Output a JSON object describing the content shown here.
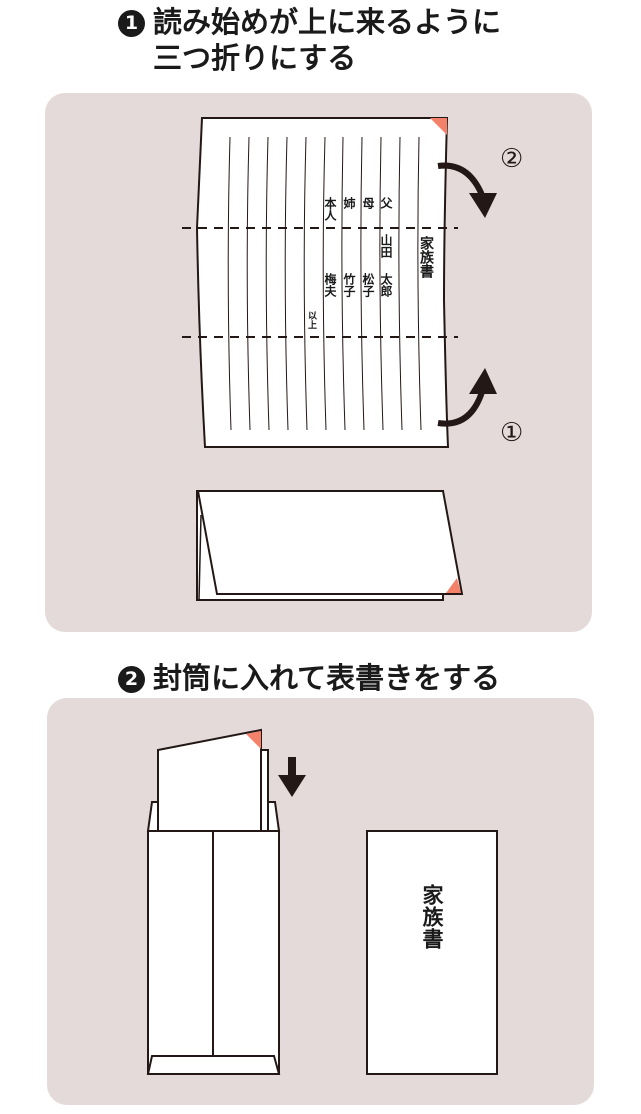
{
  "step1": {
    "number": "1",
    "title_line1": "読み始めが上に来るように",
    "title_line2": "三つ折りにする"
  },
  "step2": {
    "number": "2",
    "title": "封筒に入れて表書きをする"
  },
  "letter": {
    "heading": "家族書",
    "columns": [
      {
        "relation": "父",
        "name1": "山田",
        "name2": "太郎"
      },
      {
        "relation": "母",
        "name2": "松子"
      },
      {
        "relation": "姉",
        "name2": "竹子"
      },
      {
        "relation": "本人",
        "name2": "梅夫"
      }
    ],
    "closing": "以上"
  },
  "fold_labels": {
    "first": "①",
    "second": "②"
  },
  "envelope_front_text": "家族書",
  "colors": {
    "panel": "#e4dad9",
    "corner": "#f4826a",
    "ink": "#231815"
  }
}
